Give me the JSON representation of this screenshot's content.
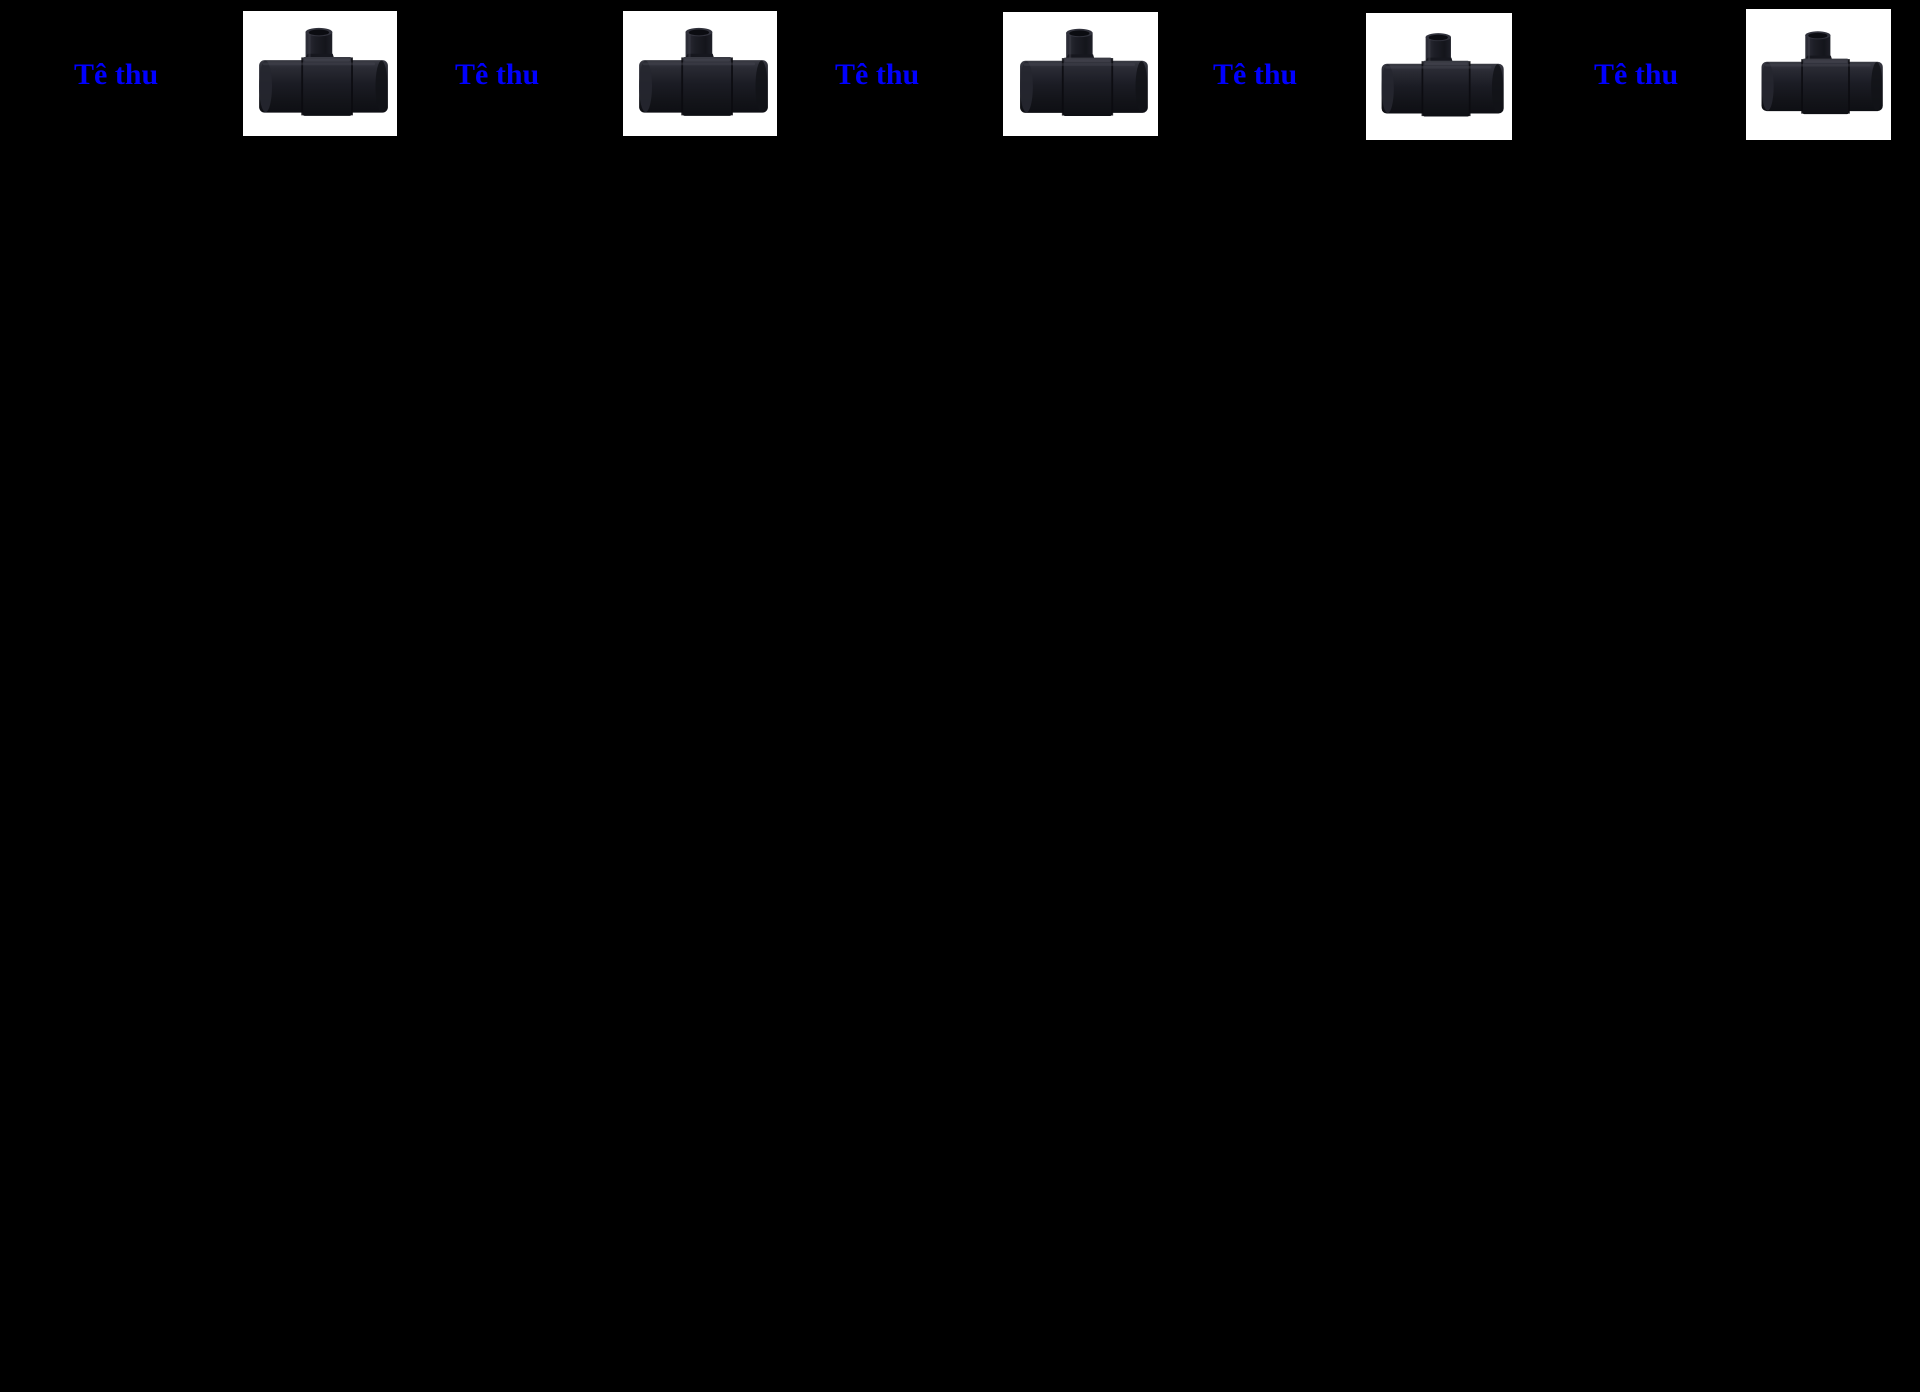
{
  "page": {
    "background_color": "#000000"
  },
  "colors": {
    "label_blue": "#0000ff",
    "photo_background": "#ffffff",
    "fitting_highlight": "#3a3b44",
    "fitting_mid": "#1b1c24",
    "fitting_dark": "#0e0f14"
  },
  "items": [
    {
      "label": "Tê thu",
      "image": "hdpe-reducing-tee-photo"
    },
    {
      "label": "Tê thu",
      "image": "hdpe-reducing-tee-photo"
    },
    {
      "label": "Tê thu",
      "image": "hdpe-reducing-tee-photo"
    },
    {
      "label": "Tê thu",
      "image": "hdpe-reducing-tee-photo"
    },
    {
      "label": "Tê thu",
      "image": "hdpe-reducing-tee-photo"
    }
  ]
}
